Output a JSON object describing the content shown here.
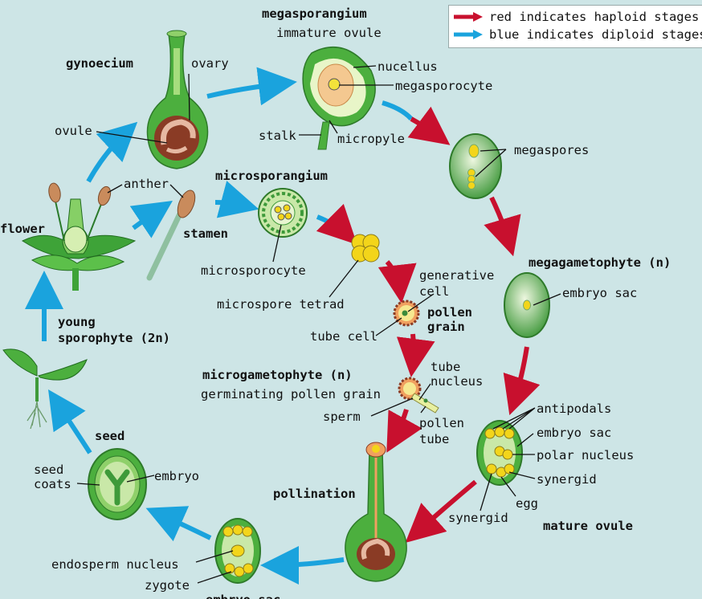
{
  "legend": {
    "haploid": "red indicates haploid stages",
    "diploid": "blue indicates diploid stages",
    "colors": {
      "haploid": "#c8102e",
      "diploid": "#1aa3dd"
    }
  },
  "labels": {
    "megasporangium": "megasporangium",
    "immature_ovule": "immature ovule",
    "nucellus": "nucellus",
    "megasporocyte": "megasporocyte",
    "stalk": "stalk",
    "micropyle": "micropyle",
    "megaspores": "megaspores",
    "gynoecium": "gynoecium",
    "ovary": "ovary",
    "ovule": "ovule",
    "anther": "anther",
    "microsporangium": "microsporangium",
    "flower": "flower",
    "stamen": "stamen",
    "microsporocyte": "microsporocyte",
    "megagametophyte": "megagametophyte (n)",
    "embryo_sac_1": "embryo sac",
    "generative_1": "generative",
    "generative_2": "cell",
    "pollen_1": "pollen",
    "pollen_2": "grain",
    "microspore_tetrad": "microspore tetrad",
    "tube_cell": "tube cell",
    "young_1": "young",
    "young_2": "sporophyte (2n)",
    "microgametophyte": "microgametophyte (n)",
    "germinating": "germinating pollen grain",
    "tube_1": "tube",
    "tube_2": "nucleus",
    "sperm": "sperm",
    "pollen_tube_1": "pollen",
    "pollen_tube_2": "tube",
    "antipodals": "antipodals",
    "embryo_sac_2": "embryo sac",
    "polar_nucleus": "polar nucleus",
    "synergid_1": "synergid",
    "egg": "egg",
    "synergid_2": "synergid",
    "mature_ovule": "mature ovule",
    "seed": "seed",
    "seed_coats_1": "seed",
    "seed_coats_2": "coats",
    "embryo": "embryo",
    "pollination": "pollination",
    "endosperm_nucleus": "endosperm nucleus",
    "zygote": "zygote",
    "embryo_sac_3": "embryo sac"
  }
}
